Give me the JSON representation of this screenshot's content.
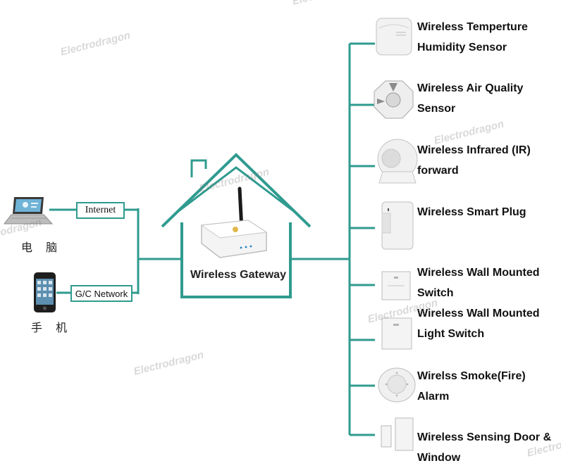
{
  "gateway": {
    "label": "Wireless Gateway"
  },
  "left_side": {
    "pc_label": "电 脑",
    "phone_label": "手 机",
    "internet_label": "Internet",
    "gc_network_label": "G/C Network"
  },
  "devices": [
    {
      "line1": "Wireless Temperture",
      "line2": "Humidity Sensor",
      "icon": "temperature-humidity-sensor-icon"
    },
    {
      "line1": "Wireless Air Quality",
      "line2": "Sensor",
      "icon": "air-quality-sensor-icon"
    },
    {
      "line1": "Wireless Infrared (IR)",
      "line2": "forward",
      "icon": "ir-forwarder-icon"
    },
    {
      "line1": "Wireless Smart Plug",
      "line2": "",
      "icon": "smart-plug-icon"
    },
    {
      "line1": "Wireless Wall Mounted",
      "line2": "Switch",
      "icon": "wall-switch-icon"
    },
    {
      "line1": "Wireless Wall Mounted",
      "line2": "Light Switch",
      "icon": "light-switch-icon"
    },
    {
      "line1": "Wirelss Smoke(Fire)",
      "line2": "Alarm",
      "icon": "smoke-alarm-icon"
    },
    {
      "line1": "Wireless Sensing Door &",
      "line2": "Window",
      "icon": "door-window-sensor-icon"
    }
  ],
  "watermark": {
    "text": "Electrodragon"
  },
  "colors": {
    "line": "#2f9b8f",
    "text": "#111111",
    "device_body": "#f2f2f2"
  }
}
